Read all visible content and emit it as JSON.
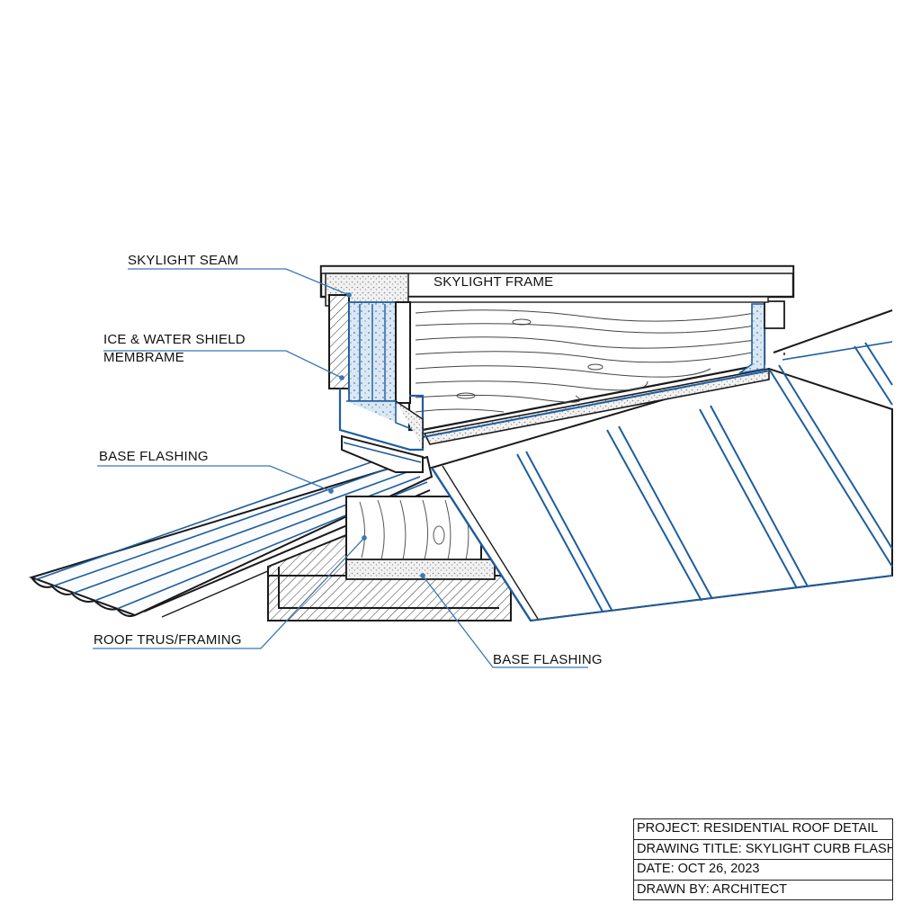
{
  "labels": {
    "skylight_seam": "SKYLIGHT SEAM",
    "skylight_frame": "SKYLIGHT FRAME",
    "ice_shield_line1": "ICE & WATER SHIELD",
    "ice_shield_line2": "MEMBRAME",
    "base_flashing_left": "BASE FLASHING",
    "roof_truss": "ROOF TRUS/FRAMING",
    "base_flashing_bottom": "BASE FLASHING"
  },
  "title_block": {
    "project": "PROJECT: RESIDENTIAL ROOF DETAIL",
    "drawing_title": "DRAWING TITLE: SKYLIGHT CURB FLASHING",
    "date": "DATE:   OCT 26, 2023",
    "drawn_by": "DRAWN BY: ARCHITECT"
  },
  "colors": {
    "ink": "#1a1a1a",
    "blue": "#1f5d9e",
    "leader_blue": "#3a78b5",
    "stipple": "#c8c8c8",
    "membrane_fill": "#dbe8f4"
  }
}
